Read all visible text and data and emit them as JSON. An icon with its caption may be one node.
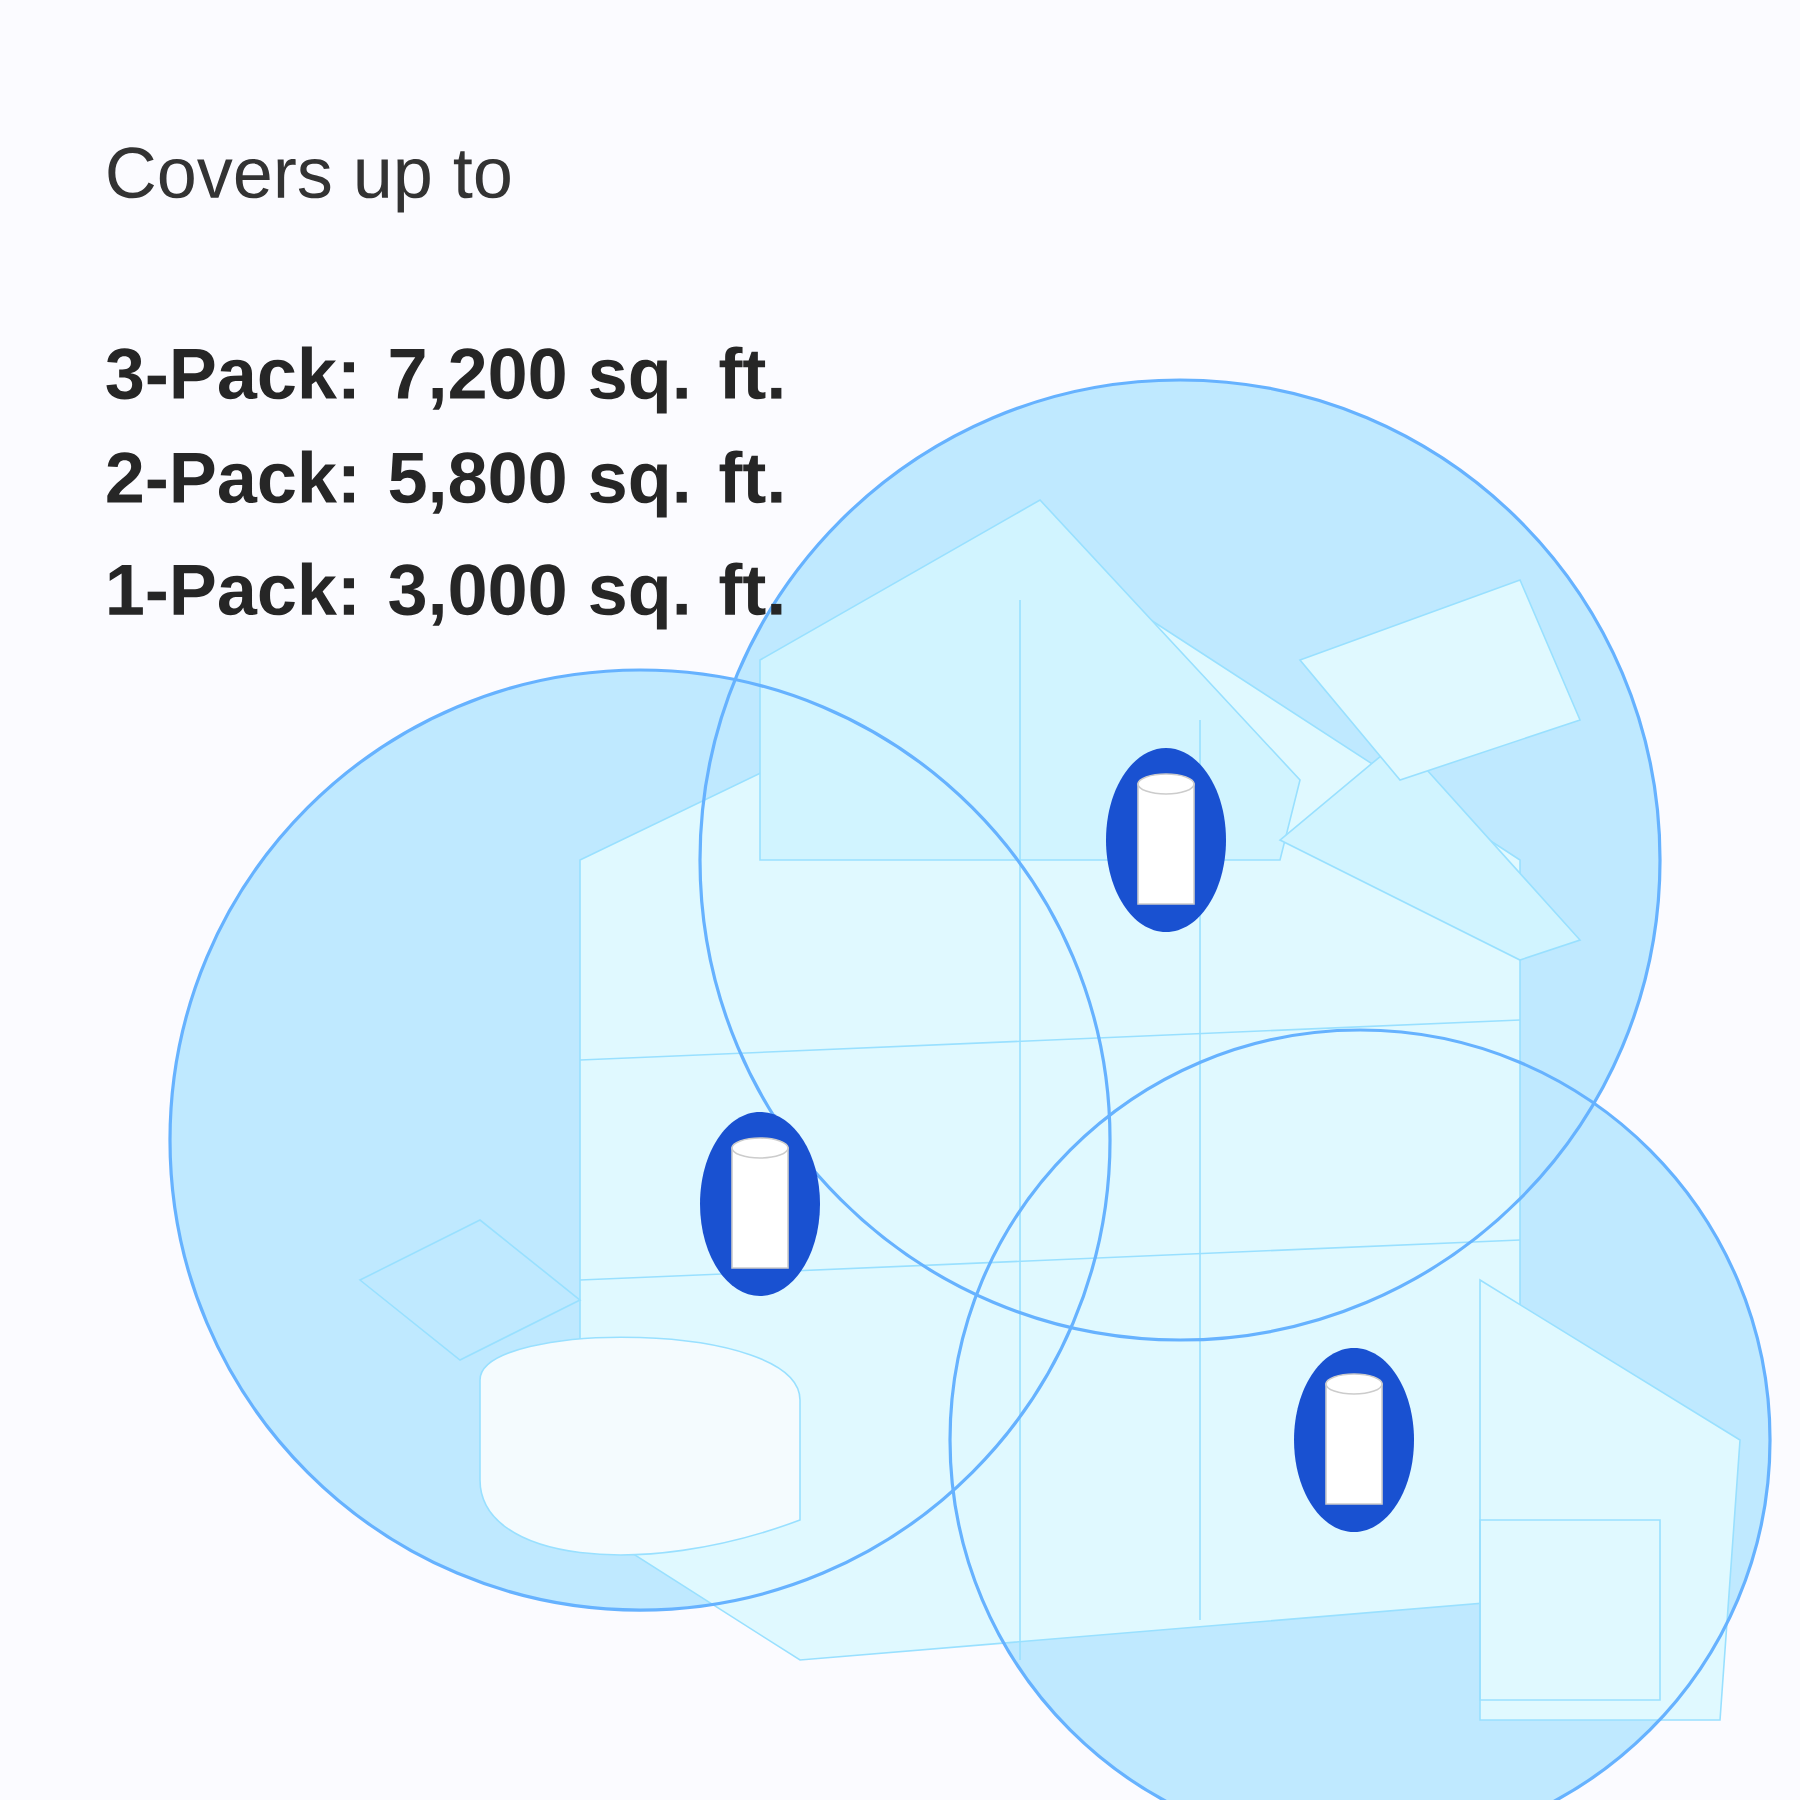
{
  "diagram": {
    "labels": [
      "Covers up to",
      "3-Pack: 7,200 sq. ft.",
      "2-Pack: 5,800 sq. ft.",
      "1-Pack: 3,000 sq. ft."
    ]
  }
}
